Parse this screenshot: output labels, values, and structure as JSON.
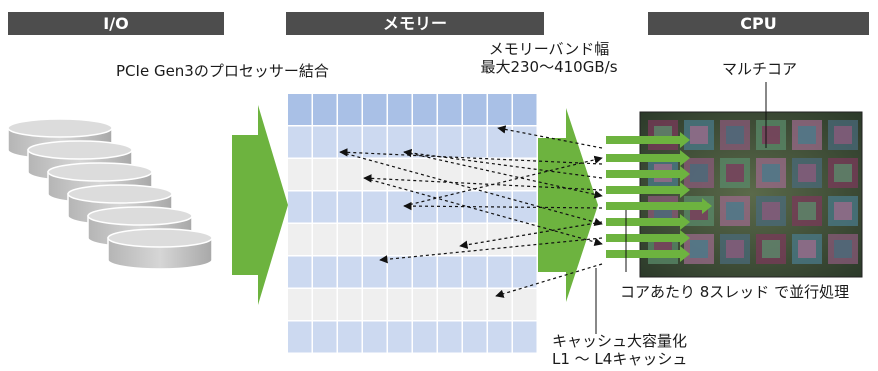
{
  "headers": {
    "io": "I/O",
    "memory": "メモリー",
    "cpu": "CPU"
  },
  "labels": {
    "pcie": "PCIe Gen3のプロセッサー結合",
    "bandwidth_line1": "メモリーバンド幅",
    "bandwidth_line2": "最大230～410GB/s",
    "multicore": "マルチコア",
    "threads": "コアあたり 8スレッド で並行処理",
    "cache_line1": "キャッシュ大容量化",
    "cache_line2": "L1 ～ L4キャッシュ"
  },
  "colors": {
    "header_bg": "#4d4d4d",
    "arrow_green": "#6db33f",
    "memory_row_blue": "#ccd9f0",
    "memory_row_blue_dark": "#a9c0e6",
    "memory_row_gray": "#efefef",
    "disk_gray": "#c8c8c8",
    "chip_dark": "#3b4a34"
  },
  "icons": {
    "disk_stack": "stacked-disk-icon",
    "cpu_die": "cpu-die-photo",
    "memory_grid": "memory-grid"
  }
}
